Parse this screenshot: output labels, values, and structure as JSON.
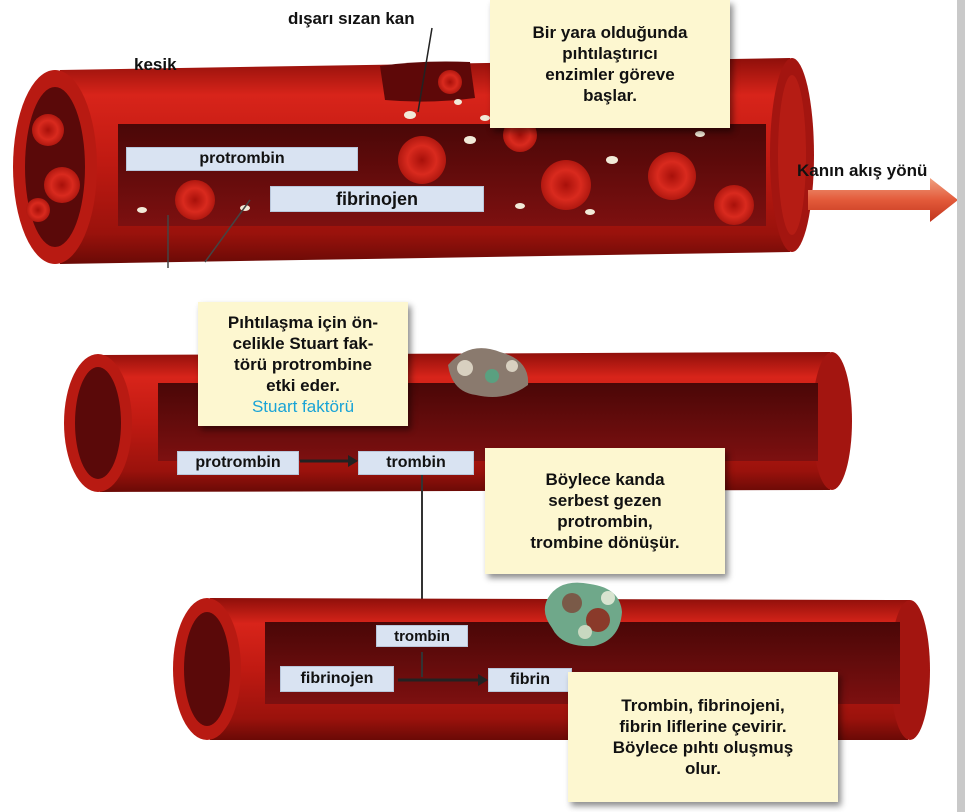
{
  "labels": {
    "cut": "kesik",
    "leaking_blood": "dışarı sızan kan",
    "flow_direction": "Kanın akış yönü"
  },
  "vessel_1": {
    "prothrombin": "protrombin",
    "fibrinogen": "fibrinojen"
  },
  "vessel_2": {
    "prothrombin": "protrombin",
    "thrombin": "trombin"
  },
  "vessel_3": {
    "thrombin": "trombin",
    "fibrinogen": "fibrinojen",
    "fibrin": "fibrin"
  },
  "notes": {
    "wound": [
      "Bir yara olduğunda",
      "pıhtılaştırıcı",
      "enzimler göreve",
      "başlar."
    ],
    "stuart": [
      "Pıhtılaşma için ön-",
      "celikle Stuart fak-",
      "törü protrombine",
      "etki eder."
    ],
    "stuart_factor": "Stuart faktörü",
    "conversion": [
      "Böylece kanda",
      "serbest gezen",
      "protrombin,",
      "trombine dönüşür."
    ],
    "fibrin": [
      "Trombin, fibrinojeni,",
      "fibrin liflerine çevirir.",
      "Böylece pıhtı oluşmuş",
      "olur."
    ]
  },
  "colors": {
    "vessel": "#c41a10",
    "lumen": "#6e0c0c",
    "chip": "#d9e3f2",
    "note": "#fdf7d0",
    "accent_text": "#19a3d6"
  }
}
